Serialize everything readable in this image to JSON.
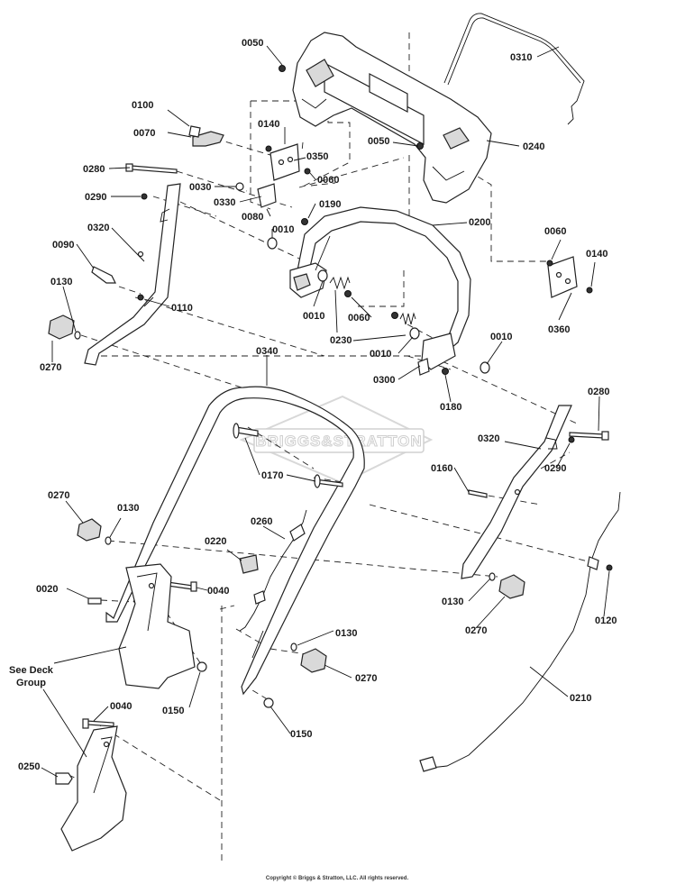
{
  "watermark": "BRIGGS&STRATTON",
  "copyright": "Copyright © Briggs & Stratton, LLC. All rights reserved.",
  "see_deck": [
    "See Deck",
    "Group"
  ],
  "labels": {
    "l0050a": "0050",
    "l0310": "0310",
    "l0100": "0100",
    "l0070": "0070",
    "l0140a": "0140",
    "l0050b": "0050",
    "l0240": "0240",
    "l0350": "0350",
    "l0280a": "0280",
    "l0060a": "0060",
    "l0030": "0030",
    "l0290a": "0290",
    "l0330": "0330",
    "l0190": "0190",
    "l0080": "0080",
    "l0200": "0200",
    "l0010a": "0010",
    "l0320a": "0320",
    "l0060b": "0060",
    "l0140b": "0140",
    "l0090": "0090",
    "l0130a": "0130",
    "l0110": "0110",
    "l0010b": "0010",
    "l0060c": "0060",
    "l0360": "0360",
    "l0230": "0230",
    "l0010c": "0010",
    "l0010d": "0010",
    "l0270a": "0270",
    "l0340": "0340",
    "l0300": "0300",
    "l0180": "0180",
    "l0280b": "0280",
    "l0320b": "0320",
    "l0290b": "0290",
    "l0170": "0170",
    "l0160": "0160",
    "l0270b": "0270",
    "l0130b": "0130",
    "l0260": "0260",
    "l0220": "0220",
    "l0020": "0020",
    "l0040a": "0040",
    "l0130c": "0130",
    "l0120": "0120",
    "l0270c": "0270",
    "l0130d": "0130",
    "l0270d": "0270",
    "l0150a": "0150",
    "l0210": "0210",
    "l0040b": "0040",
    "l0150b": "0150",
    "l0250": "0250"
  }
}
